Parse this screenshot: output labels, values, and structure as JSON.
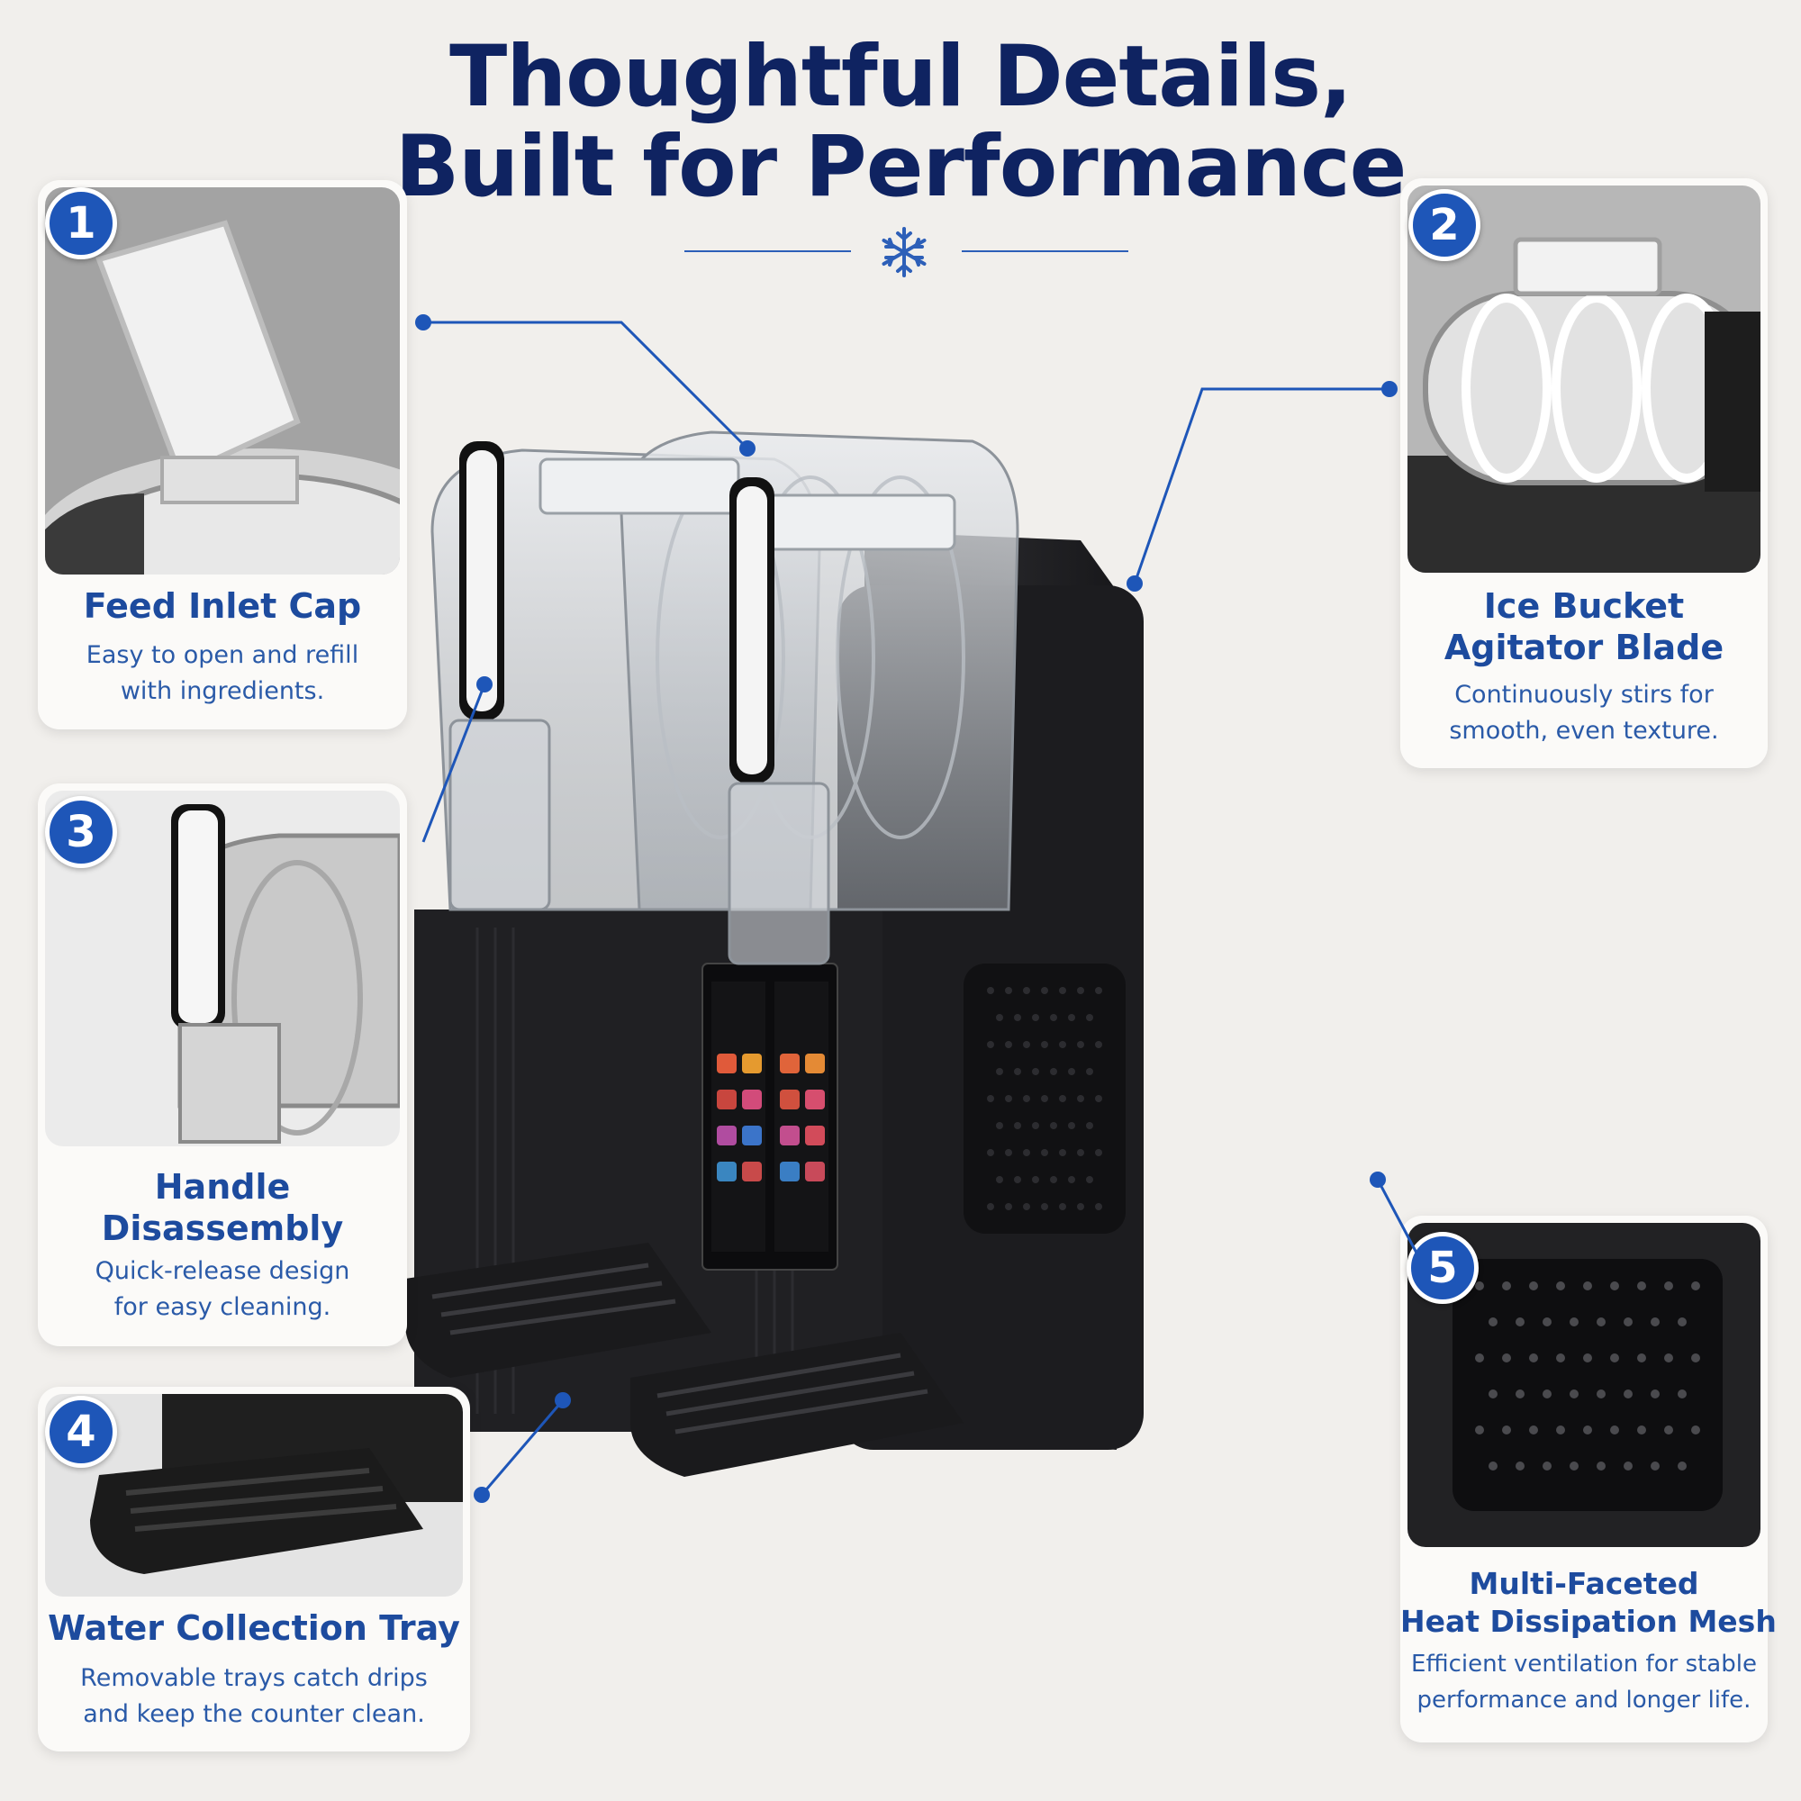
{
  "header": {
    "title_line1": "Thoughtful Details,",
    "title_line2": "Built for Performance"
  },
  "colors": {
    "background": "#f1efec",
    "title": "#0f2361",
    "accent_blue": "#1e56b8",
    "card_title": "#1d4b9e",
    "card_text": "#2a5aa8",
    "machine_body": "#1e1e20"
  },
  "decor": {
    "divider_icon": "snowflake-icon"
  },
  "features": [
    {
      "number": "1",
      "title_lines": [
        "Feed Inlet Cap"
      ],
      "desc_lines": [
        "Easy to open and refill",
        "with ingredients."
      ]
    },
    {
      "number": "2",
      "title_lines": [
        "Ice Bucket",
        "Agitator Blade"
      ],
      "desc_lines": [
        "Continuously stirs for",
        "smooth, even texture."
      ]
    },
    {
      "number": "3",
      "title_lines": [
        "Handle",
        "Disassembly"
      ],
      "desc_lines": [
        "Quick-release design",
        "for easy cleaning."
      ]
    },
    {
      "number": "4",
      "title_lines": [
        "Water Collection Tray"
      ],
      "desc_lines": [
        "Removable trays catch drips",
        "and keep the counter clean."
      ]
    },
    {
      "number": "5",
      "title_lines": [
        "Multi-Faceted",
        "Heat Dissipation Mesh"
      ],
      "desc_lines": [
        "Efficient ventilation for stable",
        "performance and longer life."
      ]
    }
  ]
}
